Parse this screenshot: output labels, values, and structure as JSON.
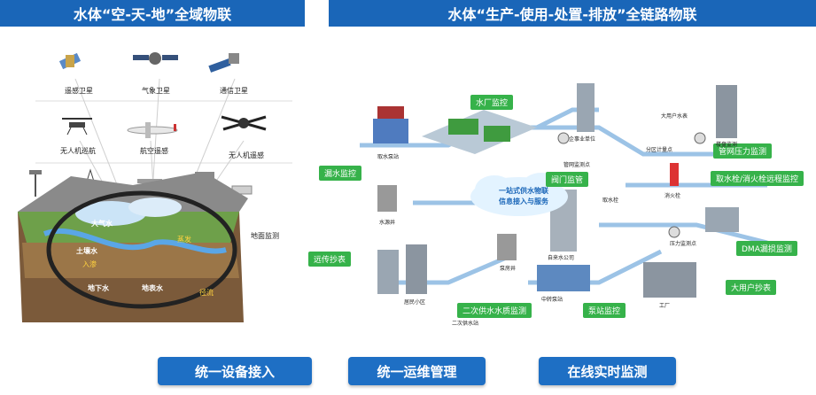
{
  "header_left": "水体“空-天-地”全域物联",
  "header_right": "水体“生产-使用-处置-排放”全链路物联",
  "left_panel": {
    "satellites": [
      "遥感卫星",
      "气象卫星",
      "通信卫星"
    ],
    "aircraft": [
      "无人机巡航",
      "航空遥感",
      "无人机遥感"
    ],
    "ground_label": "地面监测",
    "water_layers": [
      "大气水",
      "土壤水",
      "入渗",
      "地下水",
      "地表水",
      "蒸发",
      "径流"
    ]
  },
  "right_panel": {
    "tags": [
      "水厂监控",
      "漏水监控",
      "阀门监管",
      "管网压力监测",
      "取水栓/消火栓远程监控",
      "DMA漏损监测",
      "远传抄表",
      "大用户抄表",
      "二次供水水质监测",
      "泵站监控"
    ],
    "cloud": [
      "一站式供水物联",
      "信息接入与服务"
    ],
    "small_labels": [
      "取水泵站",
      "水源井",
      "泵房井",
      "居民小区",
      "二次供水站",
      "自来水公司",
      "中转泵站",
      "工厂",
      "企事业单位",
      "大用户水表",
      "管网监测点",
      "楼盘监测",
      "消火栓",
      "取水栓",
      "分区计量点",
      "压力监测点"
    ]
  },
  "buttons": [
    "统一设备接入",
    "统一运维管理",
    "在线实时监测"
  ],
  "colors": {
    "header": "#1a66b8",
    "tag": "#36b24a",
    "button": "#1e6fc4",
    "pipe": "#9cc3e6"
  }
}
